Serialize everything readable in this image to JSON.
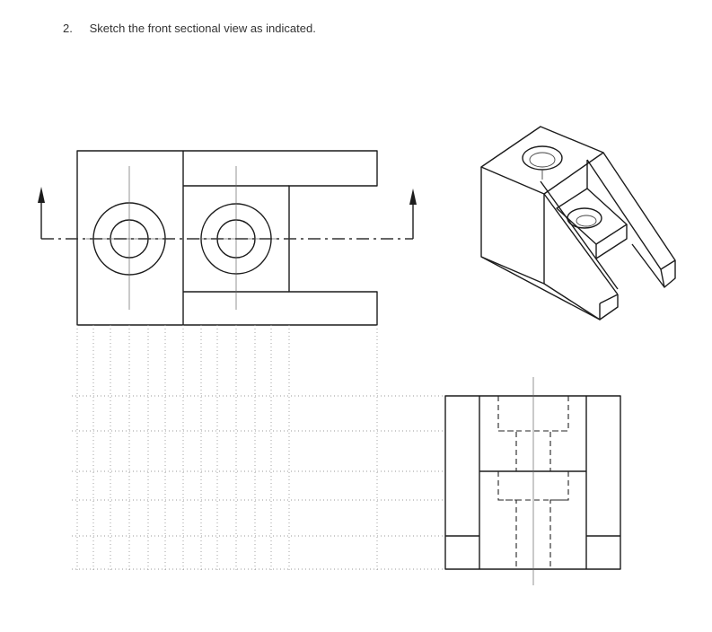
{
  "exercise": {
    "number": "2.",
    "instruction": "Sketch the front sectional view as indicated."
  },
  "drawing": {
    "views": [
      "top-view",
      "isometric-view",
      "right-side-view",
      "front-view-projection-grid"
    ],
    "cutting_plane_arrows": 2,
    "line_color": "#1c1c1c",
    "grid_color": "#9a9a9a"
  }
}
